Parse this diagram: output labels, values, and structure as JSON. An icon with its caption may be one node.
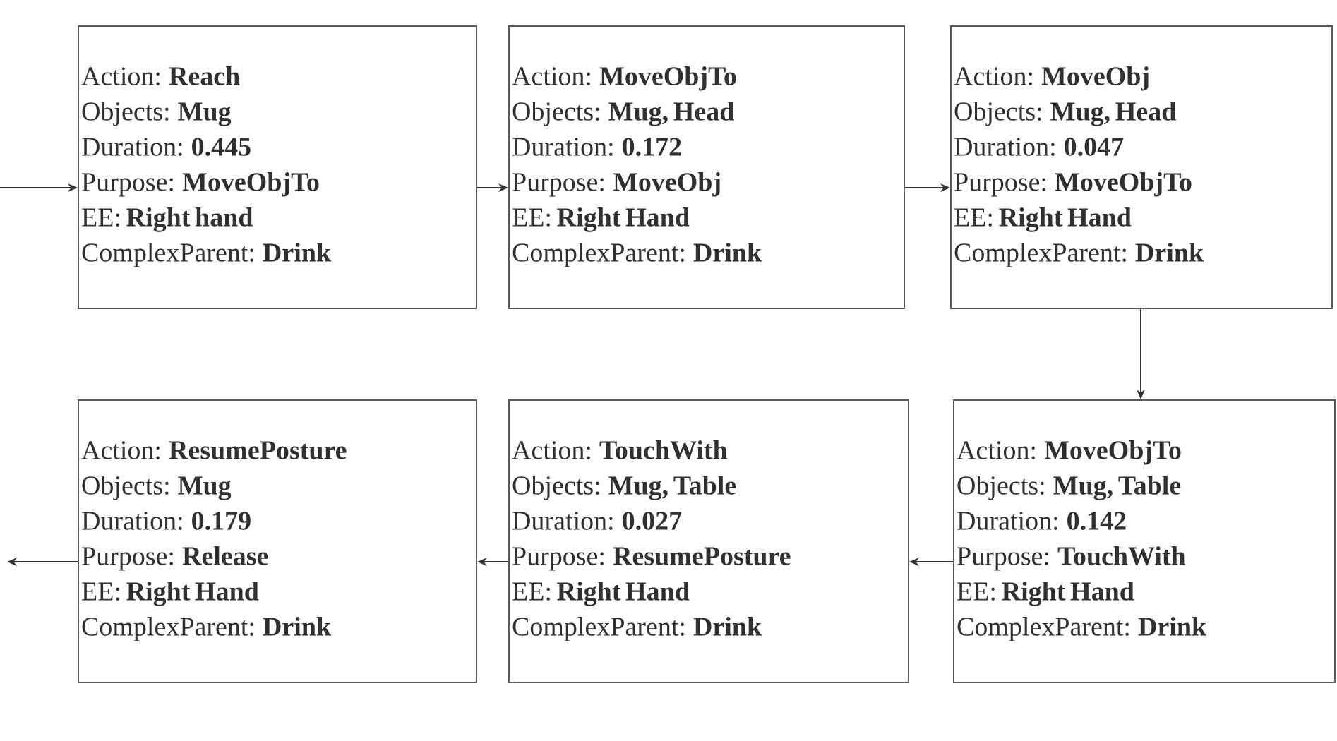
{
  "diagram": {
    "nodes": [
      {
        "text": [
          "Action: **Reach**",
          "Objects: **Mug**",
          "Duration: **0.445**",
          "Purpose: **MoveObjTo**",
          "EE: **Right hand**",
          "ComplexParent: **Drink**"
        ]
      },
      {
        "text": [
          "Action: **MoveObjTo**",
          "Objects: **Mug, Head**",
          "Duration: **0.172**",
          "Purpose: **MoveObj**",
          "EE: **Right Hand**",
          "ComplexParent: **Drink**"
        ]
      },
      {
        "text": [
          "Action: **MoveObj**",
          "Objects: **Mug, Head**",
          "Duration: **0.047**",
          "Purpose: **MoveObjTo**",
          "EE: **Right Hand**",
          "ComplexParent: **Drink**"
        ]
      },
      {
        "text": [
          "Action: **ResumePosture**",
          "Objects: **Mug**",
          "Duration: **0.179**",
          "Purpose: **Release**",
          "EE: **Right Hand**",
          "ComplexParent: **Drink**"
        ]
      },
      {
        "text": [
          "Action: **TouchWith**",
          "Objects: **Mug, Table**",
          "Duration: **0.027**",
          "Purpose: **ResumePosture**",
          "EE: **Right Hand**",
          "ComplexParent: **Drink**"
        ]
      },
      {
        "text": [
          "Action: **MoveObjTo**",
          "Objects: **Mug, Table**",
          "Duration: **0.142**",
          "Purpose: **TouchWith**",
          "EE: **Right Hand**",
          "ComplexParent: **Drink**"
        ]
      }
    ],
    "edges": [
      {
        "from": null,
        "to": 0,
        "arrow": "to"
      },
      {
        "from": 0,
        "to": 1,
        "arrow": "to"
      },
      {
        "from": 1,
        "to": 2,
        "arrow": "to"
      },
      {
        "from": 2,
        "to": 5,
        "arrow": "to"
      },
      {
        "from": 5,
        "to": 4,
        "arrow": "to"
      },
      {
        "from": 4,
        "to": 3,
        "arrow": "to"
      },
      {
        "from": 3,
        "to": null,
        "arrow": "to"
      }
    ]
  }
}
